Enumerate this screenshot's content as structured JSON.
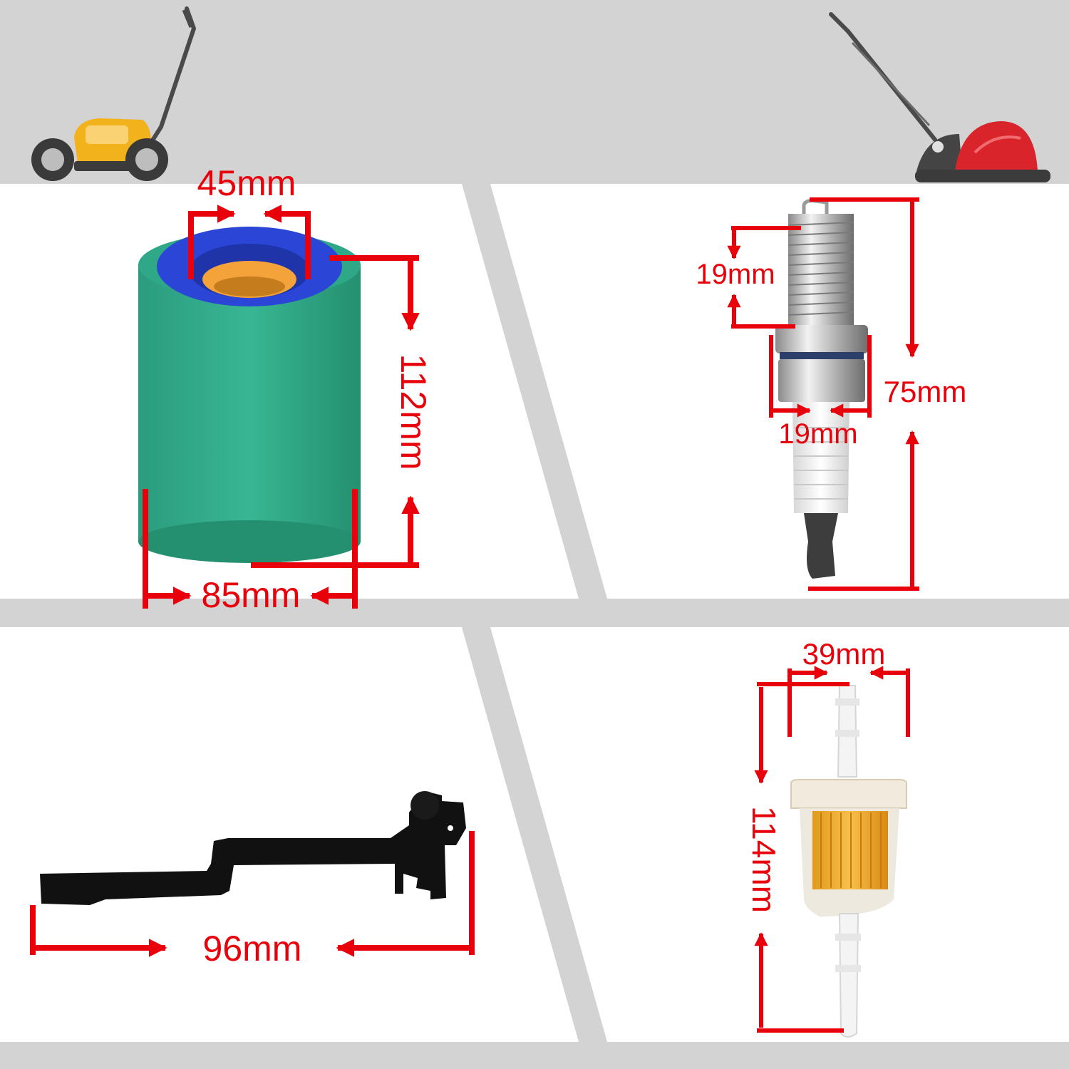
{
  "colors": {
    "background": "#d3d3d3",
    "panel": "#ffffff",
    "dimension": "#e8000a",
    "foam": "#2fa888",
    "blue_cap": "#2b46d6",
    "mower_yellow": "#f2b21c",
    "mower_red": "#d8242a"
  },
  "air_filter": {
    "inner_diameter": "45mm",
    "height": "112mm",
    "outer_diameter": "85mm"
  },
  "spark_plug": {
    "thread_length": "19mm",
    "total_length": "75mm",
    "hex_size": "19mm"
  },
  "fuel_filter": {
    "width": "39mm",
    "length": "114mm"
  },
  "bracket": {
    "length": "96mm"
  },
  "icons": [
    "push-lawn-mower-yellow-icon",
    "hover-lawn-mower-red-icon"
  ]
}
